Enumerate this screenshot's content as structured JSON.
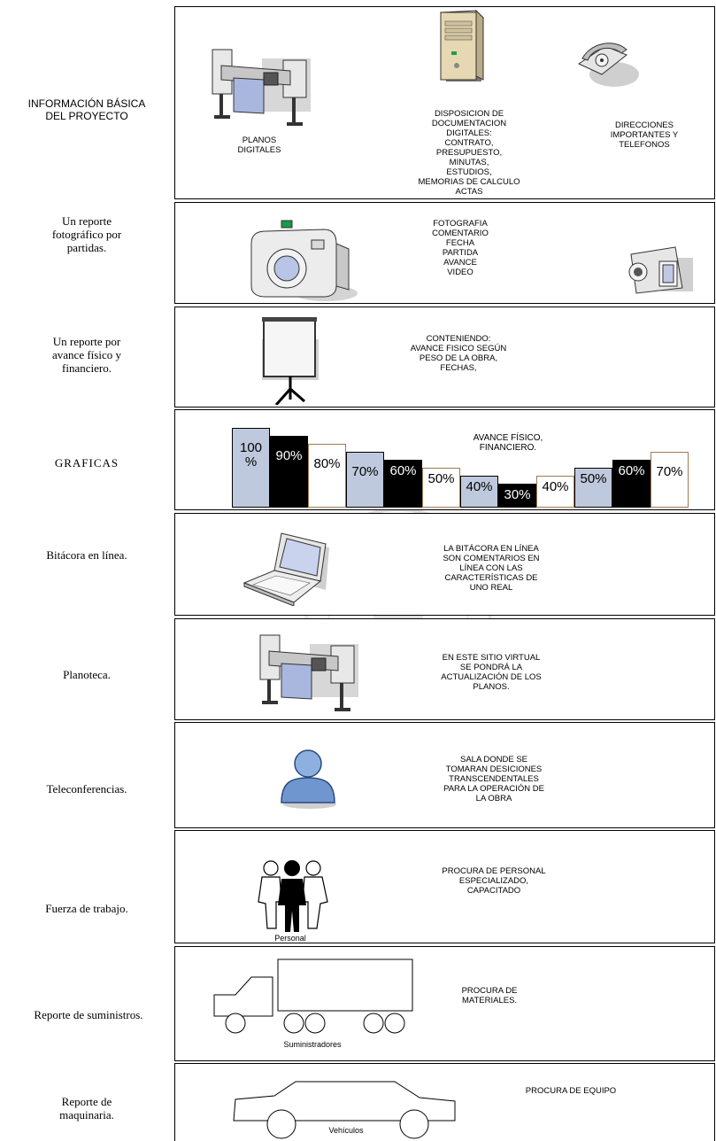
{
  "rows": [
    {
      "left": "INFORMACIÓN BÁSICA DEL PROYECTO",
      "items": [
        "PLANOS\nDIGITALES",
        "DISPOSICION DE\nDOCUMENTACION\nDIGITALES:\nCONTRATO,\nPRESUPUESTO,\nMINUTAS,\nESTUDIOS,\nMEMORIAS DE CALCULO\nACTAS",
        "DIRECCIONES\nIMPORTANTES Y\nTELEFONOS"
      ]
    },
    {
      "left": "Un reporte\nfotográfico por\npartidas.",
      "items": [
        "FOTOGRAFIA\nCOMENTARIO\nFECHA\nPARTIDA\nAVANCE\nVIDEO"
      ]
    },
    {
      "left": "Un reporte por\navance físico y\nfinanciero.",
      "items": [
        "CONTENIENDO:\nAVANCE FISICO SEGÚN\nPESO DE LA OBRA,\nFECHAS,"
      ]
    },
    {
      "left": "GRAFICAS",
      "items": [
        "AVANCE FÍSICO,\nFINANCIERO."
      ]
    },
    {
      "left": "Bitácora en línea.",
      "items": [
        "LA BITÁCORA EN LÍNEA\nSON COMENTARIOS EN\nLÍNEA CON LAS\nCARACTERÍSTICAS DE\nUNO REAL"
      ]
    },
    {
      "left": "Planoteca.",
      "items": [
        "EN ESTE SITIO VIRTUAL\nSE PONDRÁ LA\nACTUALIZACIÓN DE LOS\nPLANOS."
      ]
    },
    {
      "left": "Teleconferencias.",
      "items": [
        "SALA DONDE SE\nTOMARAN DESICIONES\nTRANSCENDENTALES\nPARA LA OPERACIÓN DE\nLA OBRA"
      ]
    },
    {
      "left": "Fuerza de trabajo.",
      "items": [
        "PROCURA DE PERSONAL\nESPECIALIZADO,\nCAPACITADO"
      ],
      "caption": "Personal"
    },
    {
      "left": "Reporte de suministros.",
      "items": [
        "PROCURA DE\nMATERIALES."
      ],
      "caption": "Suministradores"
    },
    {
      "left": "Reporte de\nmaquinaria.",
      "items": [
        "PROCURA DE EQUIPO"
      ],
      "caption": "Vehículos"
    }
  ],
  "bars": [
    {
      "label": "100\n%",
      "fill": "#bfc9dd",
      "level": 100
    },
    {
      "label": "90%",
      "fill": "#000000",
      "level": 90
    },
    {
      "label": "80%",
      "fill": "#ffffff",
      "level": 80
    },
    {
      "label": "70%",
      "fill": "#bfc9dd",
      "level": 70
    },
    {
      "label": "60%",
      "fill": "#000000",
      "level": 60
    },
    {
      "label": "50%",
      "fill": "#ffffff",
      "level": 50
    },
    {
      "label": "40%",
      "fill": "#bfc9dd",
      "level": 40
    },
    {
      "label": "30%",
      "fill": "#000000",
      "level": 30
    },
    {
      "label": "40%",
      "fill": "#ffffff",
      "level": 40
    },
    {
      "label": "50%",
      "fill": "#bfc9dd",
      "level": 50
    },
    {
      "label": "60%",
      "fill": "#000000",
      "level": 60
    },
    {
      "label": "70%",
      "fill": "#ffffff",
      "level": 70
    }
  ]
}
